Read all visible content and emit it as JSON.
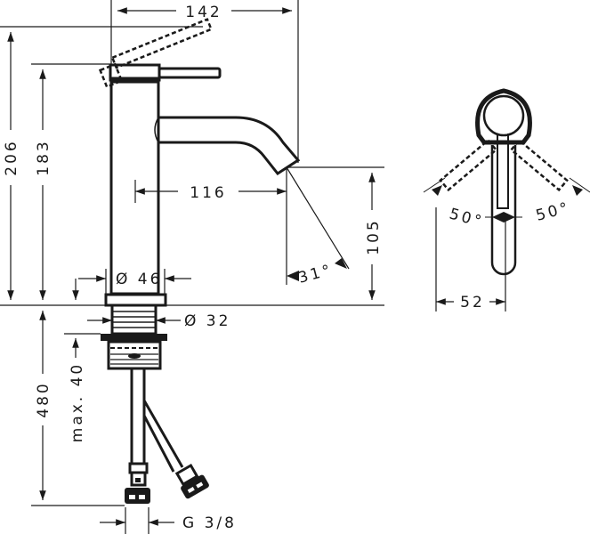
{
  "drawing": {
    "title": "Single lever basin mixer - dimensional drawing",
    "line_color": "#1a1a1a",
    "background": "#ffffff",
    "dimensions": {
      "overall_depth": "142",
      "height_lever_open": "206",
      "height_top": "183",
      "spout_projection": "116",
      "spout_height": "105",
      "spout_angle": "31°",
      "body_diameter": "Ø 46",
      "thread_diameter": "Ø 32",
      "hose_length": "480",
      "max_deck_thickness": "max. 40",
      "connection_thread": "G 3/8",
      "lever_angle_left": "50°",
      "lever_angle_right": "50°",
      "lever_width": "52"
    }
  }
}
